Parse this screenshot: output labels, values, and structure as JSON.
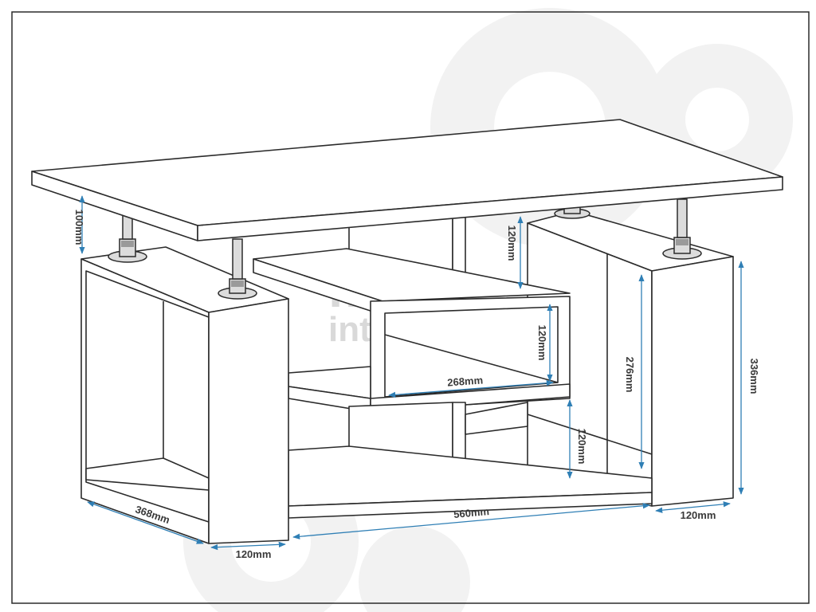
{
  "watermark": {
    "line1": "max",
    "line2": "interier"
  },
  "dimensions": {
    "top_thickness": "100mm",
    "left_depth": "368mm",
    "left_width": "120mm",
    "base_width": "560mm",
    "right_width": "120mm",
    "overall_height": "336mm",
    "inner_height": "276mm",
    "upper_gap": "120mm",
    "box_height": "120mm",
    "box_width": "268mm",
    "lower_gap": "120mm"
  },
  "colors": {
    "dimension_line": "#2f7fb5",
    "outline": "#2b2b2b"
  }
}
